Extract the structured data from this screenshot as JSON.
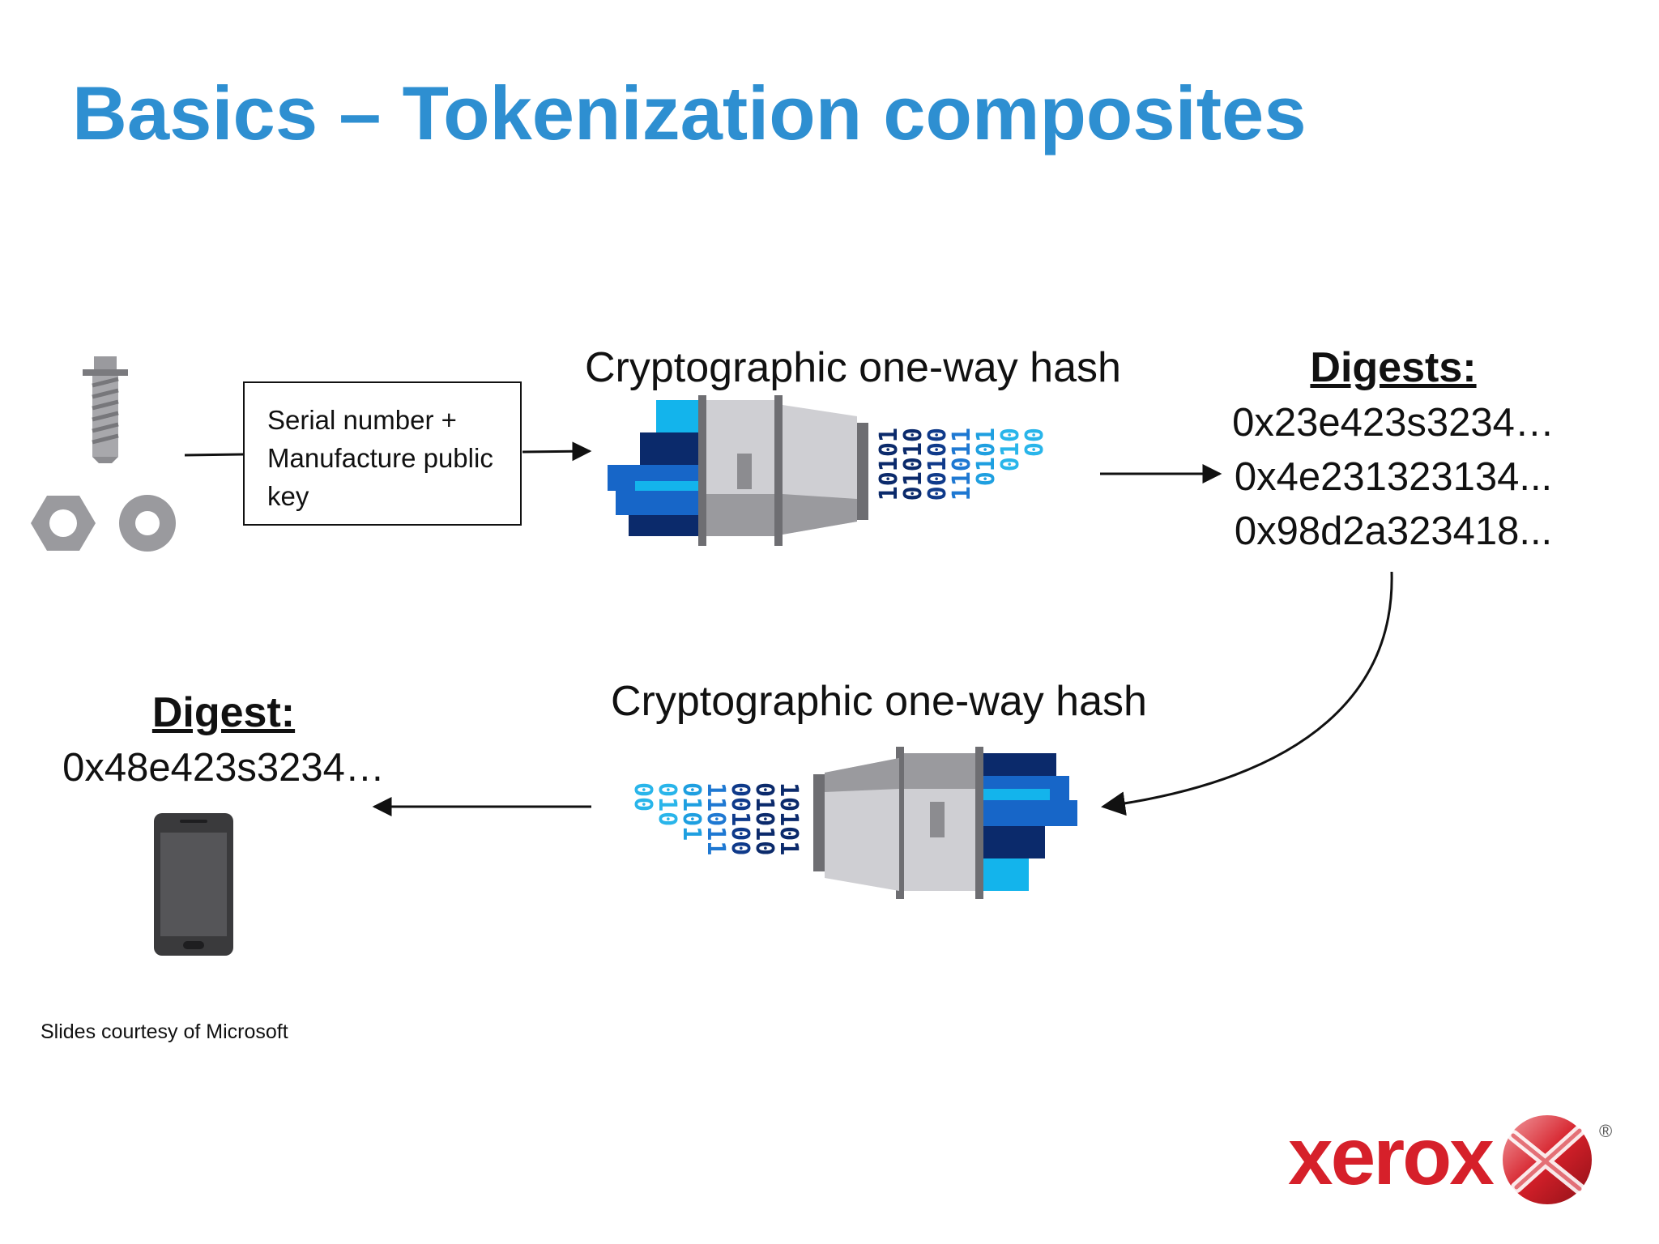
{
  "slide": {
    "title": "Basics – Tokenization composites",
    "credit": "Slides courtesy of Microsoft"
  },
  "input_box": {
    "lines": [
      "Serial number +",
      "Manufacture public",
      "key"
    ]
  },
  "hash_top": {
    "label": "Cryptographic one-way hash"
  },
  "hash_bottom": {
    "label": "Cryptographic one-way hash"
  },
  "digests": {
    "heading": "Digests:",
    "values": [
      "0x23e423s3234…",
      "0x4e231323134...",
      "0x98d2a323418..."
    ]
  },
  "digest": {
    "heading": "Digest:",
    "value": "0x48e423s3234…"
  },
  "binary_stream": {
    "columns": [
      "10101",
      "01010",
      "00100",
      "11011",
      "0101",
      "010",
      "00"
    ],
    "colors": [
      "#0b2a6b",
      "#0b2a6b",
      "#0f3a8a",
      "#1e78d2",
      "#1e9fe0",
      "#29b5ea",
      "#29b5ea"
    ]
  },
  "logo": {
    "wordmark": "xerox",
    "registered_mark": "®",
    "brand_color": "#d6202a"
  },
  "icons": [
    "screw-icon",
    "hex-nut-icon",
    "washer-icon",
    "hash-machine-icon",
    "smartphone-icon",
    "xerox-sphere-icon"
  ],
  "colors": {
    "title": "#2e8fd1",
    "machine_gray_light": "#cfcfd3",
    "machine_gray_dark": "#8c8c90",
    "blue_dark": "#0b2a6b",
    "blue_mid": "#1766c8",
    "blue_light": "#13b4ec"
  }
}
